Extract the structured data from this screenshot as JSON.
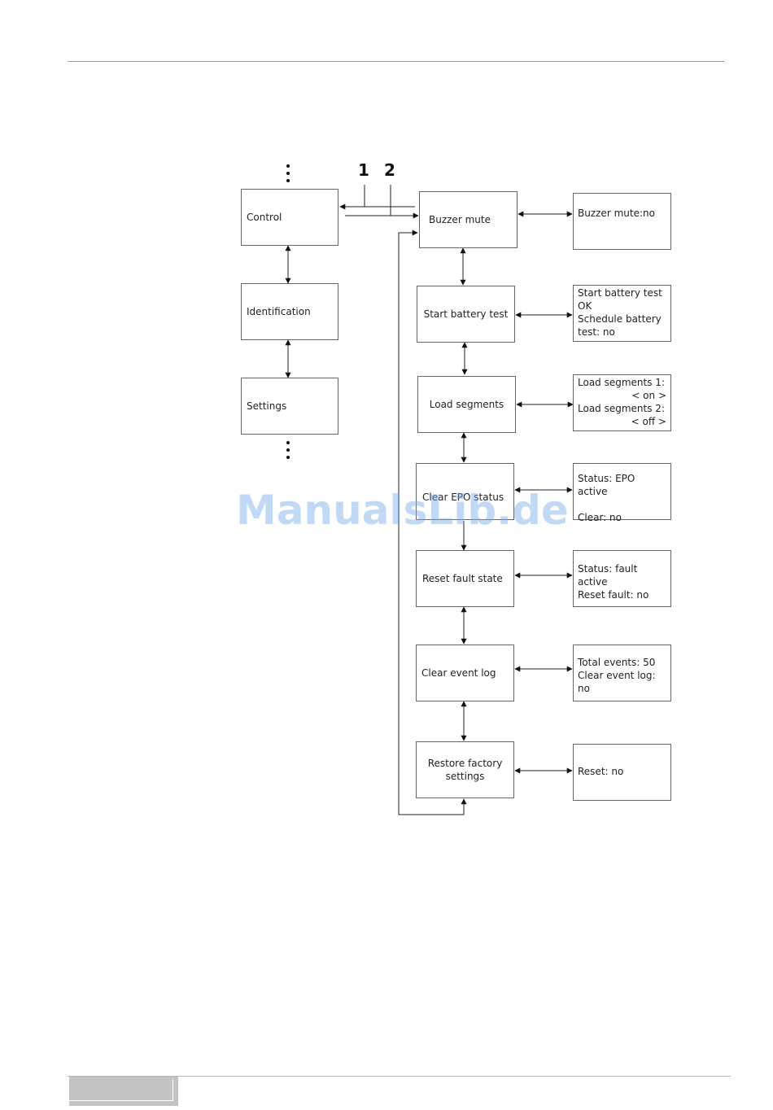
{
  "callouts": {
    "one": "1",
    "two": "2"
  },
  "menu": {
    "control": "Control",
    "identification": "Identification",
    "settings": "Settings"
  },
  "submenu": {
    "buzzer_mute": "Buzzer mute",
    "start_battery_test": "Start battery test",
    "load_segments": "Load segments",
    "clear_epo_status": "Clear EPO status",
    "reset_fault_state": "Reset fault state",
    "clear_event_log": "Clear event log",
    "restore_factory_l1": "Restore factory",
    "restore_factory_l2": "settings"
  },
  "details": {
    "buzzer": "Buzzer mute:no",
    "battery_l1": "Start battery test",
    "battery_l2": "OK",
    "battery_l3": "Schedule battery",
    "battery_l4": "test: no",
    "segments_l1": "Load segments 1:",
    "segments_l2": "< on >",
    "segments_l3": "Load segments 2:",
    "segments_l4": "< off >",
    "epo_l1": "Status: EPO active",
    "epo_l2": "Clear: no",
    "fault_l1": "Status: fault active",
    "fault_l2": "Reset fault: no",
    "events_l1": "Total events: 50",
    "events_l2": "Clear event log: no",
    "reset": "Reset: no"
  },
  "watermark": "ManualsLib.de"
}
